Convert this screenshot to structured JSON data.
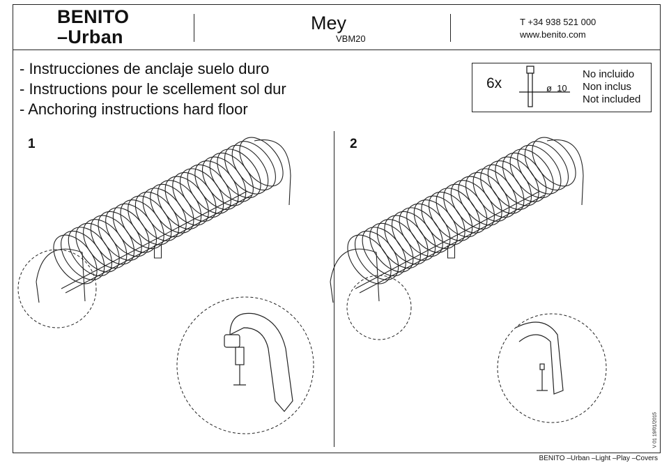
{
  "header": {
    "brand_line1": "BENITO",
    "brand_line2": "–Urban",
    "model_name": "Mey",
    "model_code": "VBM20",
    "phone": "T +34 938 521 000",
    "website": "www.benito.com"
  },
  "instructions": [
    "- Instrucciones de anclaje suelo duro",
    "- Instructions pour le scellement sol dur",
    "- Anchoring instructions hard floor"
  ],
  "hardware_box": {
    "quantity": "6x",
    "diameter_symbol": "ø",
    "diameter_value": "10",
    "not_included": [
      "No incluido",
      "Non inclus",
      "Not included"
    ]
  },
  "steps": [
    {
      "number": "1",
      "illustration": "bike-rack-anchor-detail"
    },
    {
      "number": "2",
      "illustration": "bike-rack-anchor-detail"
    }
  ],
  "version": "V 01 19/01/2015",
  "footer": "BENITO –Urban –Light –Play –Covers"
}
